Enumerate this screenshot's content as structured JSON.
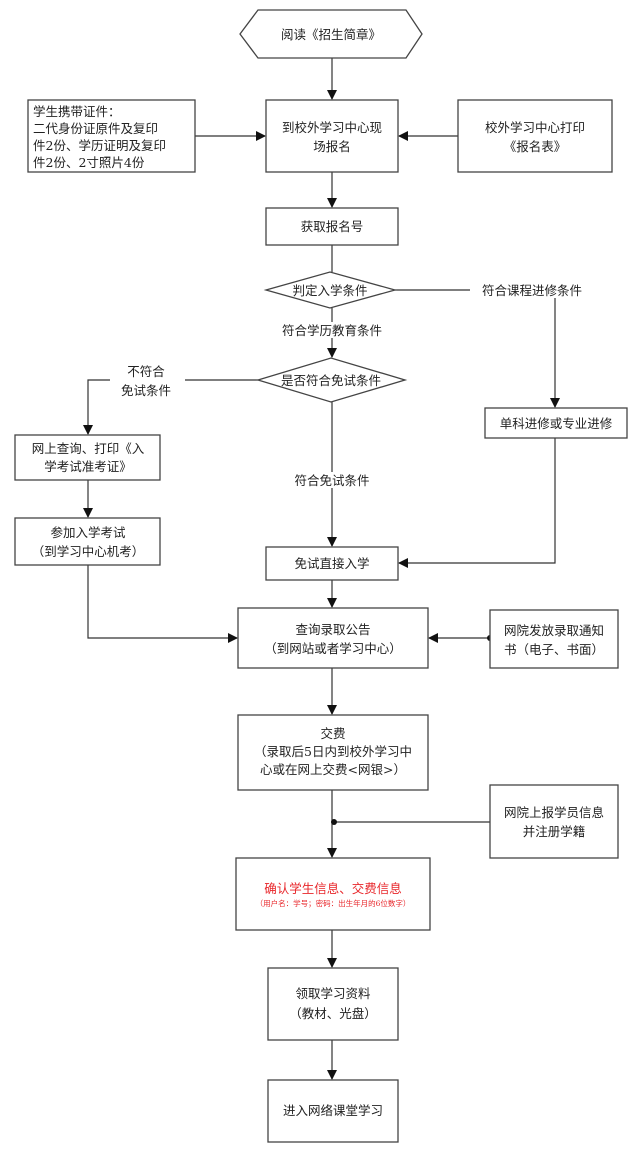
{
  "nodes": {
    "start": [
      "阅读《招生简章》"
    ],
    "register": [
      "到校外学习中心现",
      "场报名"
    ],
    "documents": [
      "学生携带证件：",
      "二代身份证原件及复印",
      "件2份、学历证明及复印",
      "件2份、2寸照片4份"
    ],
    "print_form": [
      "校外学习中心打印",
      "《报名表》"
    ],
    "get_number": [
      "获取报名号"
    ],
    "decide_condition": [
      "判定入学条件"
    ],
    "exempt_check": [
      "是否符合免试条件"
    ],
    "online_query": [
      "网上查询、打印《入",
      "学考试准考证》"
    ],
    "exam": [
      "参加入学考试",
      "（到学习中心机考）"
    ],
    "single_course": [
      "单科进修或专业进修"
    ],
    "direct_admission": [
      "免试直接入学"
    ],
    "query_result": [
      "查询录取公告",
      "（到网站或者学习中心）"
    ],
    "notice": [
      "网院发放录取通知",
      "书（电子、书面）"
    ],
    "payment": [
      "交费",
      "（录取后5日内到校外学习中",
      "心或在网上交费<网银>）"
    ],
    "report": [
      "网院上报学员信息",
      "并注册学籍"
    ],
    "confirm": [
      "确认学生信息、交费信息",
      "（用户名：学号；密码：出生年月的6位数字）"
    ],
    "materials": [
      "领取学习资料",
      "（教材、光盘）"
    ],
    "study": [
      "进入网络课堂学习"
    ]
  },
  "labels": {
    "course_condition": "符合课程进修条件",
    "degree_condition": "符合学历教育条件",
    "not_exempt": [
      "不符合",
      "免试条件"
    ],
    "exempt": "符合免试条件"
  },
  "colors": {
    "highlight": "#e8262a"
  }
}
